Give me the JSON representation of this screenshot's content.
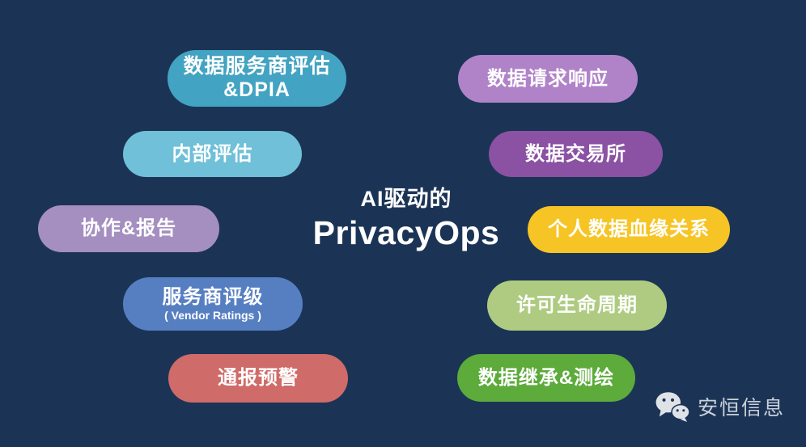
{
  "background_color": "#1b3456",
  "title": {
    "line1": "AI驱动的",
    "line2": "PrivacyOps",
    "color": "#ffffff"
  },
  "bubbles": [
    {
      "name": "vendor-assessment-dpia",
      "lines": [
        "数据服务商评估",
        "&DPIA"
      ],
      "color": "#43a3c2"
    },
    {
      "name": "data-request-response",
      "lines": [
        "数据请求响应"
      ],
      "color": "#b083c9"
    },
    {
      "name": "internal-assessment",
      "lines": [
        "内部评估"
      ],
      "color": "#6fc0d8"
    },
    {
      "name": "data-exchange",
      "lines": [
        "数据交易所"
      ],
      "color": "#8b51a3"
    },
    {
      "name": "collaboration-reporting",
      "lines": [
        "协作&报告"
      ],
      "color": "#a58fc0"
    },
    {
      "name": "personal-data-lineage",
      "lines": [
        "个人数据血缘关系"
      ],
      "color": "#f6c525"
    },
    {
      "name": "vendor-ratings",
      "lines": [
        "服务商评级",
        "( Vendor Ratings )"
      ],
      "color": "#567fc2"
    },
    {
      "name": "consent-lifecycle",
      "lines": [
        "许可生命周期"
      ],
      "color": "#aecb81"
    },
    {
      "name": "notification-alert",
      "lines": [
        "通报预警"
      ],
      "color": "#cf6b68"
    },
    {
      "name": "data-inheritance-mapping",
      "lines": [
        "数据继承&测绘"
      ],
      "color": "#5cab3b"
    }
  ],
  "watermark": {
    "brand": "安恒信息",
    "icon": "wechat-icon",
    "text_color": "#ccd1d9"
  }
}
